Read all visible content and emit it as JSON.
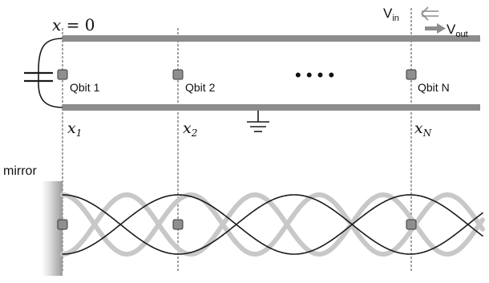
{
  "labels": {
    "x0_lhs": "x",
    "x0_rhs": " = 0",
    "vin_main": "V",
    "vin_sub": "in",
    "vout_main": "V",
    "vout_sub": "out",
    "ellipsis": "• • • •",
    "mirror": "mirror"
  },
  "qubits": [
    {
      "label": "Qbit 1",
      "pos_main": "x",
      "pos_sub": "1"
    },
    {
      "label": "Qbit 2",
      "pos_main": "x",
      "pos_sub": "2"
    },
    {
      "label": "Qbit N",
      "pos_main": "x",
      "pos_sub": "N"
    }
  ],
  "colors": {
    "rail": "#8c8c8c",
    "qubit_fill": "#8f8f8f",
    "qubit_stroke": "#3a3a3a",
    "mode_light": "#c8c8c8",
    "mode_dark": "#1a1a1a",
    "arrow": "#8c8c8c"
  }
}
